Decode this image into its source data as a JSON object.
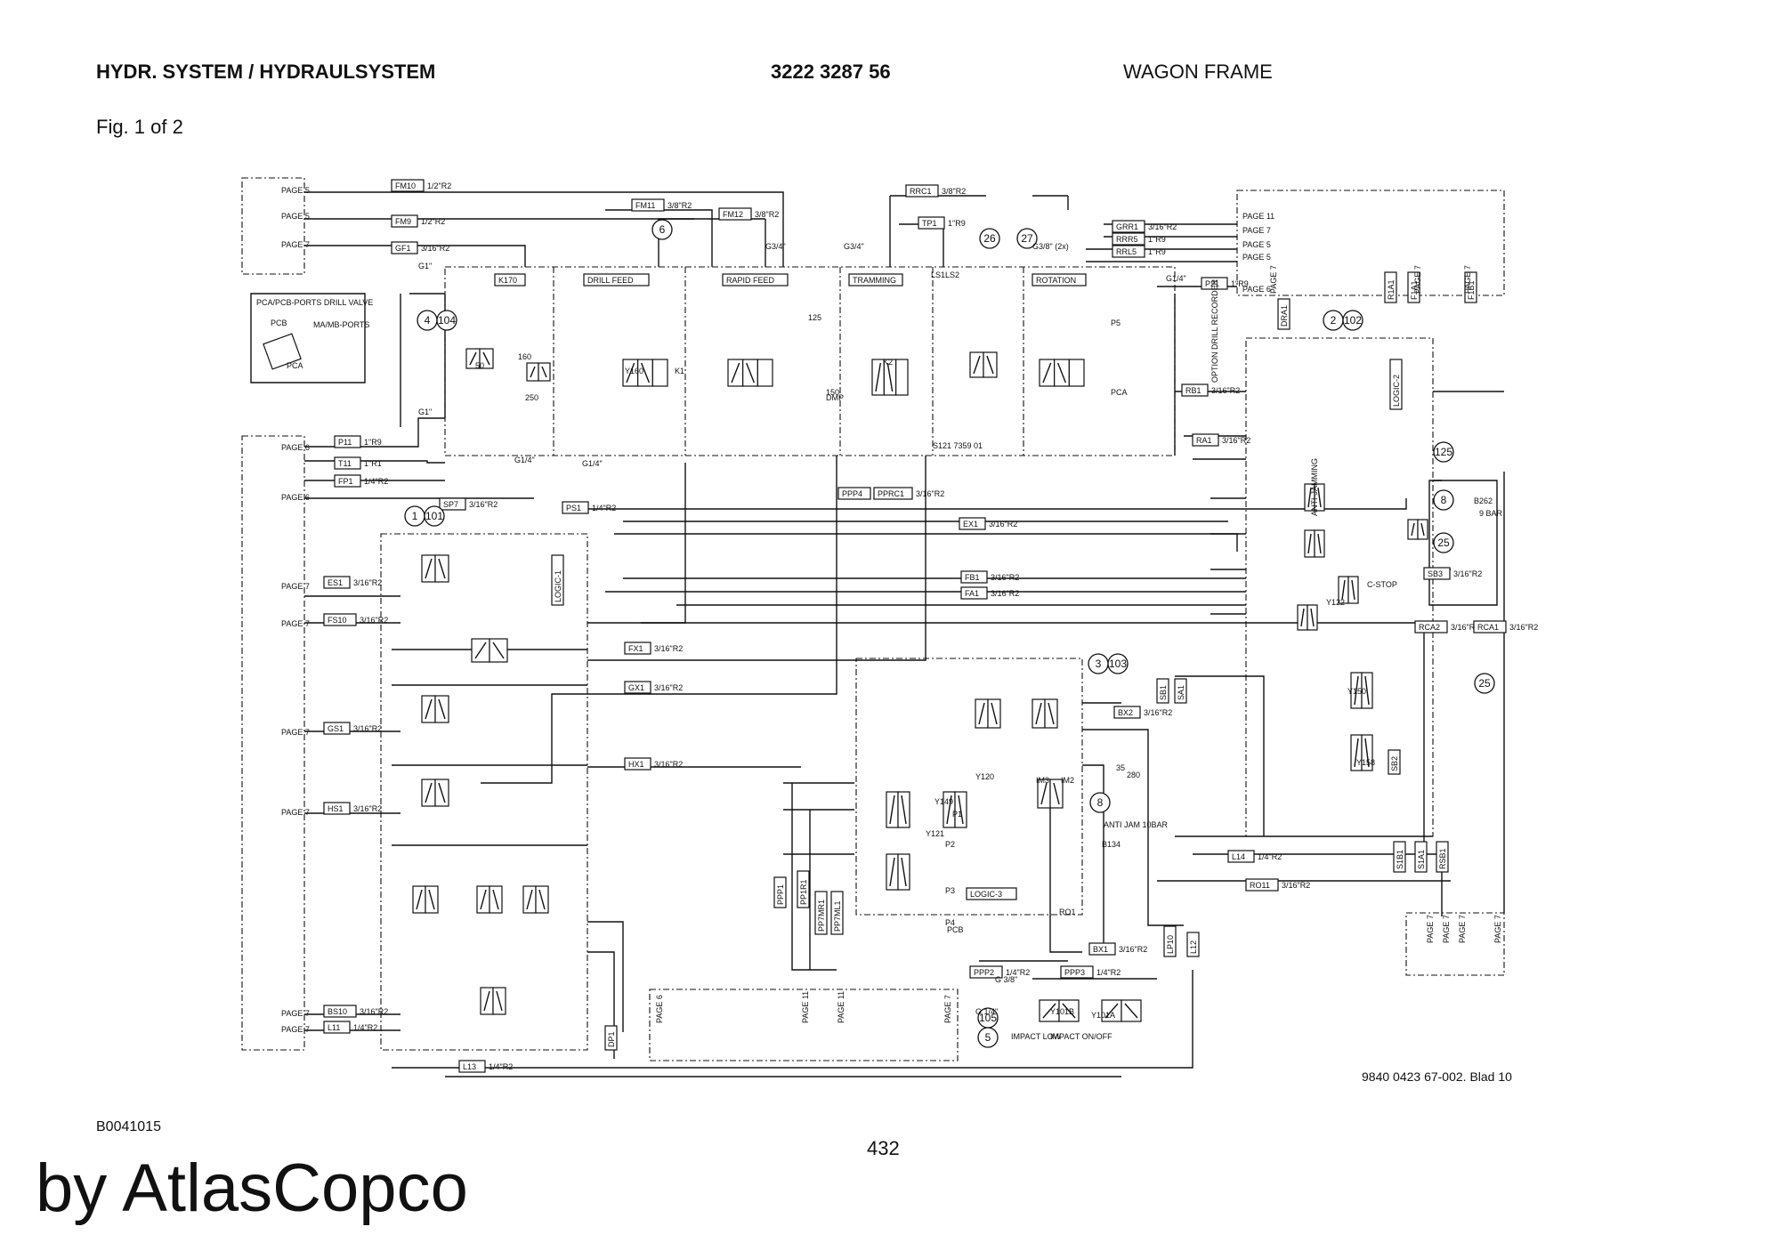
{
  "header": {
    "system_title": "HYDR. SYSTEM / HYDRAULSYSTEM",
    "part_number": "3222 3287 56",
    "section": "WAGON FRAME",
    "figure": "Fig. 1 of 2"
  },
  "footer": {
    "drawing_code": "B0041015",
    "page_number": "432",
    "sheet_ref": "9840 0423 67-002. Blad 10",
    "brand_text": "by AtlasCopco"
  },
  "diagram": {
    "inset_title": "PCA/PCB-PORTS DRILL VALVE",
    "inset_labels": [
      "PCB",
      "MA/MB-PORTS",
      "PCA"
    ],
    "block_titles": [
      "DRILL FEED",
      "RAPID FEED",
      "TRAMMING",
      "ROTATION",
      "K170"
    ],
    "logic_blocks": [
      "LOGIC-1",
      "LOGIC-2",
      "LOGIC-3"
    ],
    "page_refs_left": [
      "PAGE 5",
      "PAGE 5",
      "PAGE 7",
      "PAGE 6",
      "PAGE 6",
      "PAGE 7",
      "PAGE 7",
      "PAGE 7",
      "PAGE 7",
      "PAGE 7",
      "PAGE 7"
    ],
    "page_refs_right": [
      "PAGE 11",
      "PAGE 7",
      "PAGE 5",
      "PAGE 5",
      "PAGE 6"
    ],
    "page_refs_top_right_vertical": [
      "PAGE 7",
      "PAGE 7",
      "PAGE 7"
    ],
    "page_refs_bottom_right_vertical": [
      "PAGE 7",
      "PAGE 7",
      "PAGE 7",
      "PAGE 7"
    ],
    "page_refs_bottom_vertical": [
      "PAGE 6",
      "PAGE 11",
      "PAGE 11",
      "PAGE 7"
    ],
    "hose_tags_top": [
      {
        "tag": "FM10",
        "size": "1/2\"R2"
      },
      {
        "tag": "FM9",
        "size": "1/2\"R2"
      },
      {
        "tag": "GF1",
        "size": "3/16\"R2"
      },
      {
        "tag": "FM11",
        "size": "3/8\"R2"
      },
      {
        "tag": "FM12",
        "size": "3/8\"R2"
      },
      {
        "tag": "RRC1",
        "size": "3/8\"R2"
      },
      {
        "tag": "TP1",
        "size": "1\"R9"
      },
      {
        "tag": "GRR1",
        "size": "3/16\"R2"
      },
      {
        "tag": "RRR5",
        "size": "1\"R9"
      },
      {
        "tag": "RRL5",
        "size": "1\"R9"
      },
      {
        "tag": "P21",
        "size": "1\"R9"
      }
    ],
    "hose_tags_middle": [
      {
        "tag": "P11",
        "size": "1\"R9"
      },
      {
        "tag": "T11",
        "size": "1\"R1"
      },
      {
        "tag": "FP1",
        "size": "1/4\"R2"
      },
      {
        "tag": "SP7",
        "size": "3/16\"R2"
      },
      {
        "tag": "PS1",
        "size": "1/4\"R2"
      },
      {
        "tag": "EX1",
        "size": "3/16\"R2"
      },
      {
        "tag": "FB1",
        "size": "3/16\"R2"
      },
      {
        "tag": "FA1",
        "size": "3/16\"R2"
      },
      {
        "tag": "PPP4",
        "size": "3/16\"R2"
      },
      {
        "tag": "PPRC1",
        "size": "3/16\"R2"
      },
      {
        "tag": "RB1",
        "size": "3/16\"R2"
      },
      {
        "tag": "RA1",
        "size": "3/16\"R2"
      }
    ],
    "hose_tags_left": [
      {
        "tag": "ES1",
        "size": "3/16\"R2"
      },
      {
        "tag": "FS10",
        "size": "3/16\"R2"
      },
      {
        "tag": "GS1",
        "size": "3/16\"R2"
      },
      {
        "tag": "HS1",
        "size": "3/16\"R2"
      },
      {
        "tag": "BS10",
        "size": "3/16\"R2"
      },
      {
        "tag": "L11",
        "size": "1/4\"R2"
      }
    ],
    "hose_tags_center": [
      {
        "tag": "FX1",
        "size": "3/16\"R2"
      },
      {
        "tag": "GX1",
        "size": "3/16\"R2"
      },
      {
        "tag": "HX1",
        "size": "3/16\"R2"
      },
      {
        "tag": "BX2",
        "size": "3/16\"R2"
      },
      {
        "tag": "BX1",
        "size": "3/16\"R2"
      },
      {
        "tag": "L14",
        "size": "1/4\"R2"
      },
      {
        "tag": "RO11",
        "size": "3/16\"R2"
      },
      {
        "tag": "L13",
        "size": "1/4\"R2"
      },
      {
        "tag": "PPP2",
        "size": "1/4\"R2"
      },
      {
        "tag": "PPP3",
        "size": "1/4\"R2"
      },
      {
        "tag": "SB3",
        "size": "3/16\"R2"
      },
      {
        "tag": "RCA2",
        "size": "3/16\"R2"
      },
      {
        "tag": "RCA1",
        "size": "3/16\"R2"
      }
    ],
    "vertical_tags": [
      "PPP1",
      "PP1R1",
      "PP7MR1",
      "PP7ML1",
      "DP1",
      "LP10",
      "L12",
      "SB1",
      "SA1",
      "DRA1",
      "R1A1",
      "F1A1",
      "F1B1",
      "S1B1",
      "S1A1",
      "RSB1",
      "SB2"
    ],
    "fitting_sizes": [
      "G1\"",
      "G1/4\"",
      "G3/4\"",
      "G3/8\" (2x)",
      "G 3/8\"",
      "G 1/4\""
    ],
    "component_labels": [
      "LS1",
      "LS2",
      "S121 7359 01",
      "OPTION DRILL RECORDER",
      "ANTI-JAMMING",
      "C-STOP",
      "ANTI JAM 10BAR",
      "B134",
      "B262",
      "9 BAR",
      "IMPACT LOW",
      "IMPACT ON/OFF",
      "Y101A",
      "Y101B",
      "P1",
      "P2",
      "P3",
      "P4",
      "Y120",
      "Y121",
      "Y122",
      "Y150",
      "Y158",
      "Y149",
      "Y160",
      "K1",
      "K2",
      "DMP",
      "IM2",
      "IM3",
      "280",
      "35",
      "50",
      "160",
      "250",
      "125",
      "150",
      "P5",
      "PCA",
      "PCB",
      "RO1"
    ],
    "callouts": [
      {
        "id": "4",
        "sub": "104"
      },
      {
        "id": "6",
        "sub": ""
      },
      {
        "id": "26",
        "sub": ""
      },
      {
        "id": "27",
        "sub": ""
      },
      {
        "id": "2",
        "sub": "102"
      },
      {
        "id": "1",
        "sub": "101"
      },
      {
        "id": "3",
        "sub": "103"
      },
      {
        "id": "125",
        "sub": ""
      },
      {
        "id": "8",
        "sub": ""
      },
      {
        "id": "25",
        "sub": ""
      },
      {
        "id": "25",
        "sub": ""
      },
      {
        "id": "8",
        "sub": ""
      },
      {
        "id": "105",
        "sub": "5"
      }
    ]
  }
}
